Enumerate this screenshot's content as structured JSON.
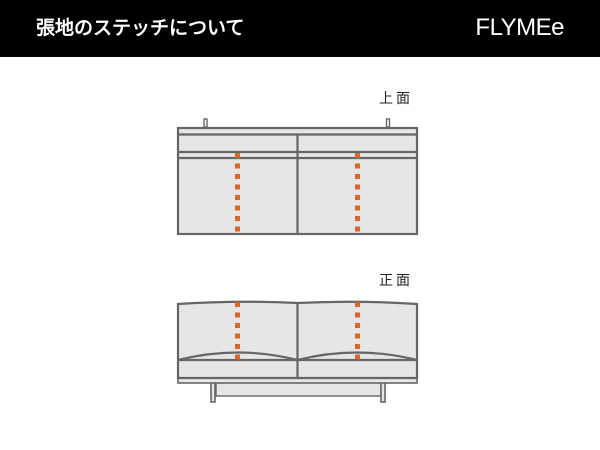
{
  "header": {
    "title": "張地のステッチについて",
    "brand": "FLYMEe"
  },
  "views": [
    {
      "label": "上面",
      "name": "top-view"
    },
    {
      "label": "正面",
      "name": "front-view"
    }
  ],
  "colors": {
    "header_bg": "#000000",
    "outline": "#666666",
    "fill": "#e6e6e6",
    "stitch": "#d9662a"
  }
}
